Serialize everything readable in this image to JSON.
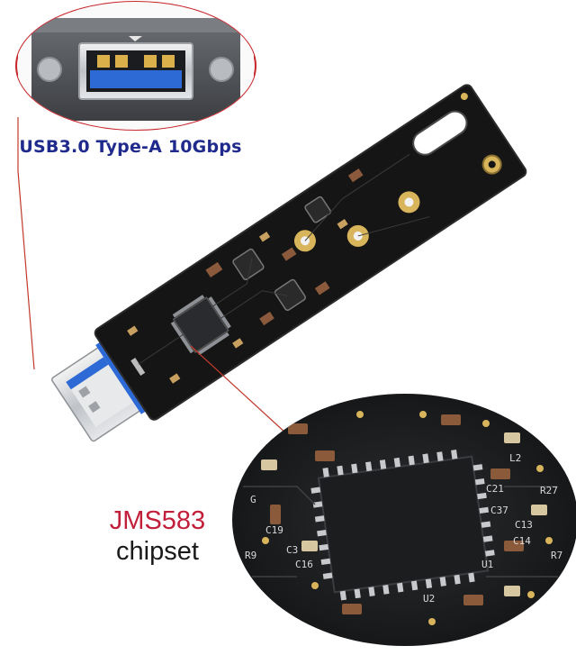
{
  "callouts": {
    "usb_label": "USB3.0 Type-A 10Gbps",
    "chip_name": "JMS583",
    "chip_desc": "chipset"
  },
  "silkscreen": {
    "pcb_marks": [
      "G",
      "R9",
      "C19",
      "C13",
      "C16",
      "C3",
      "U1",
      "U2",
      "C14",
      "C21",
      "R27",
      "R7",
      "L2",
      "C37"
    ]
  },
  "colors": {
    "usb_label": "#1f2a8c",
    "chip_name": "#c21f3a",
    "chip_desc": "#1a1a1a",
    "pcb": "#151515",
    "usb_blue": "#2d6fd6",
    "leader_line": "#c0392b"
  }
}
